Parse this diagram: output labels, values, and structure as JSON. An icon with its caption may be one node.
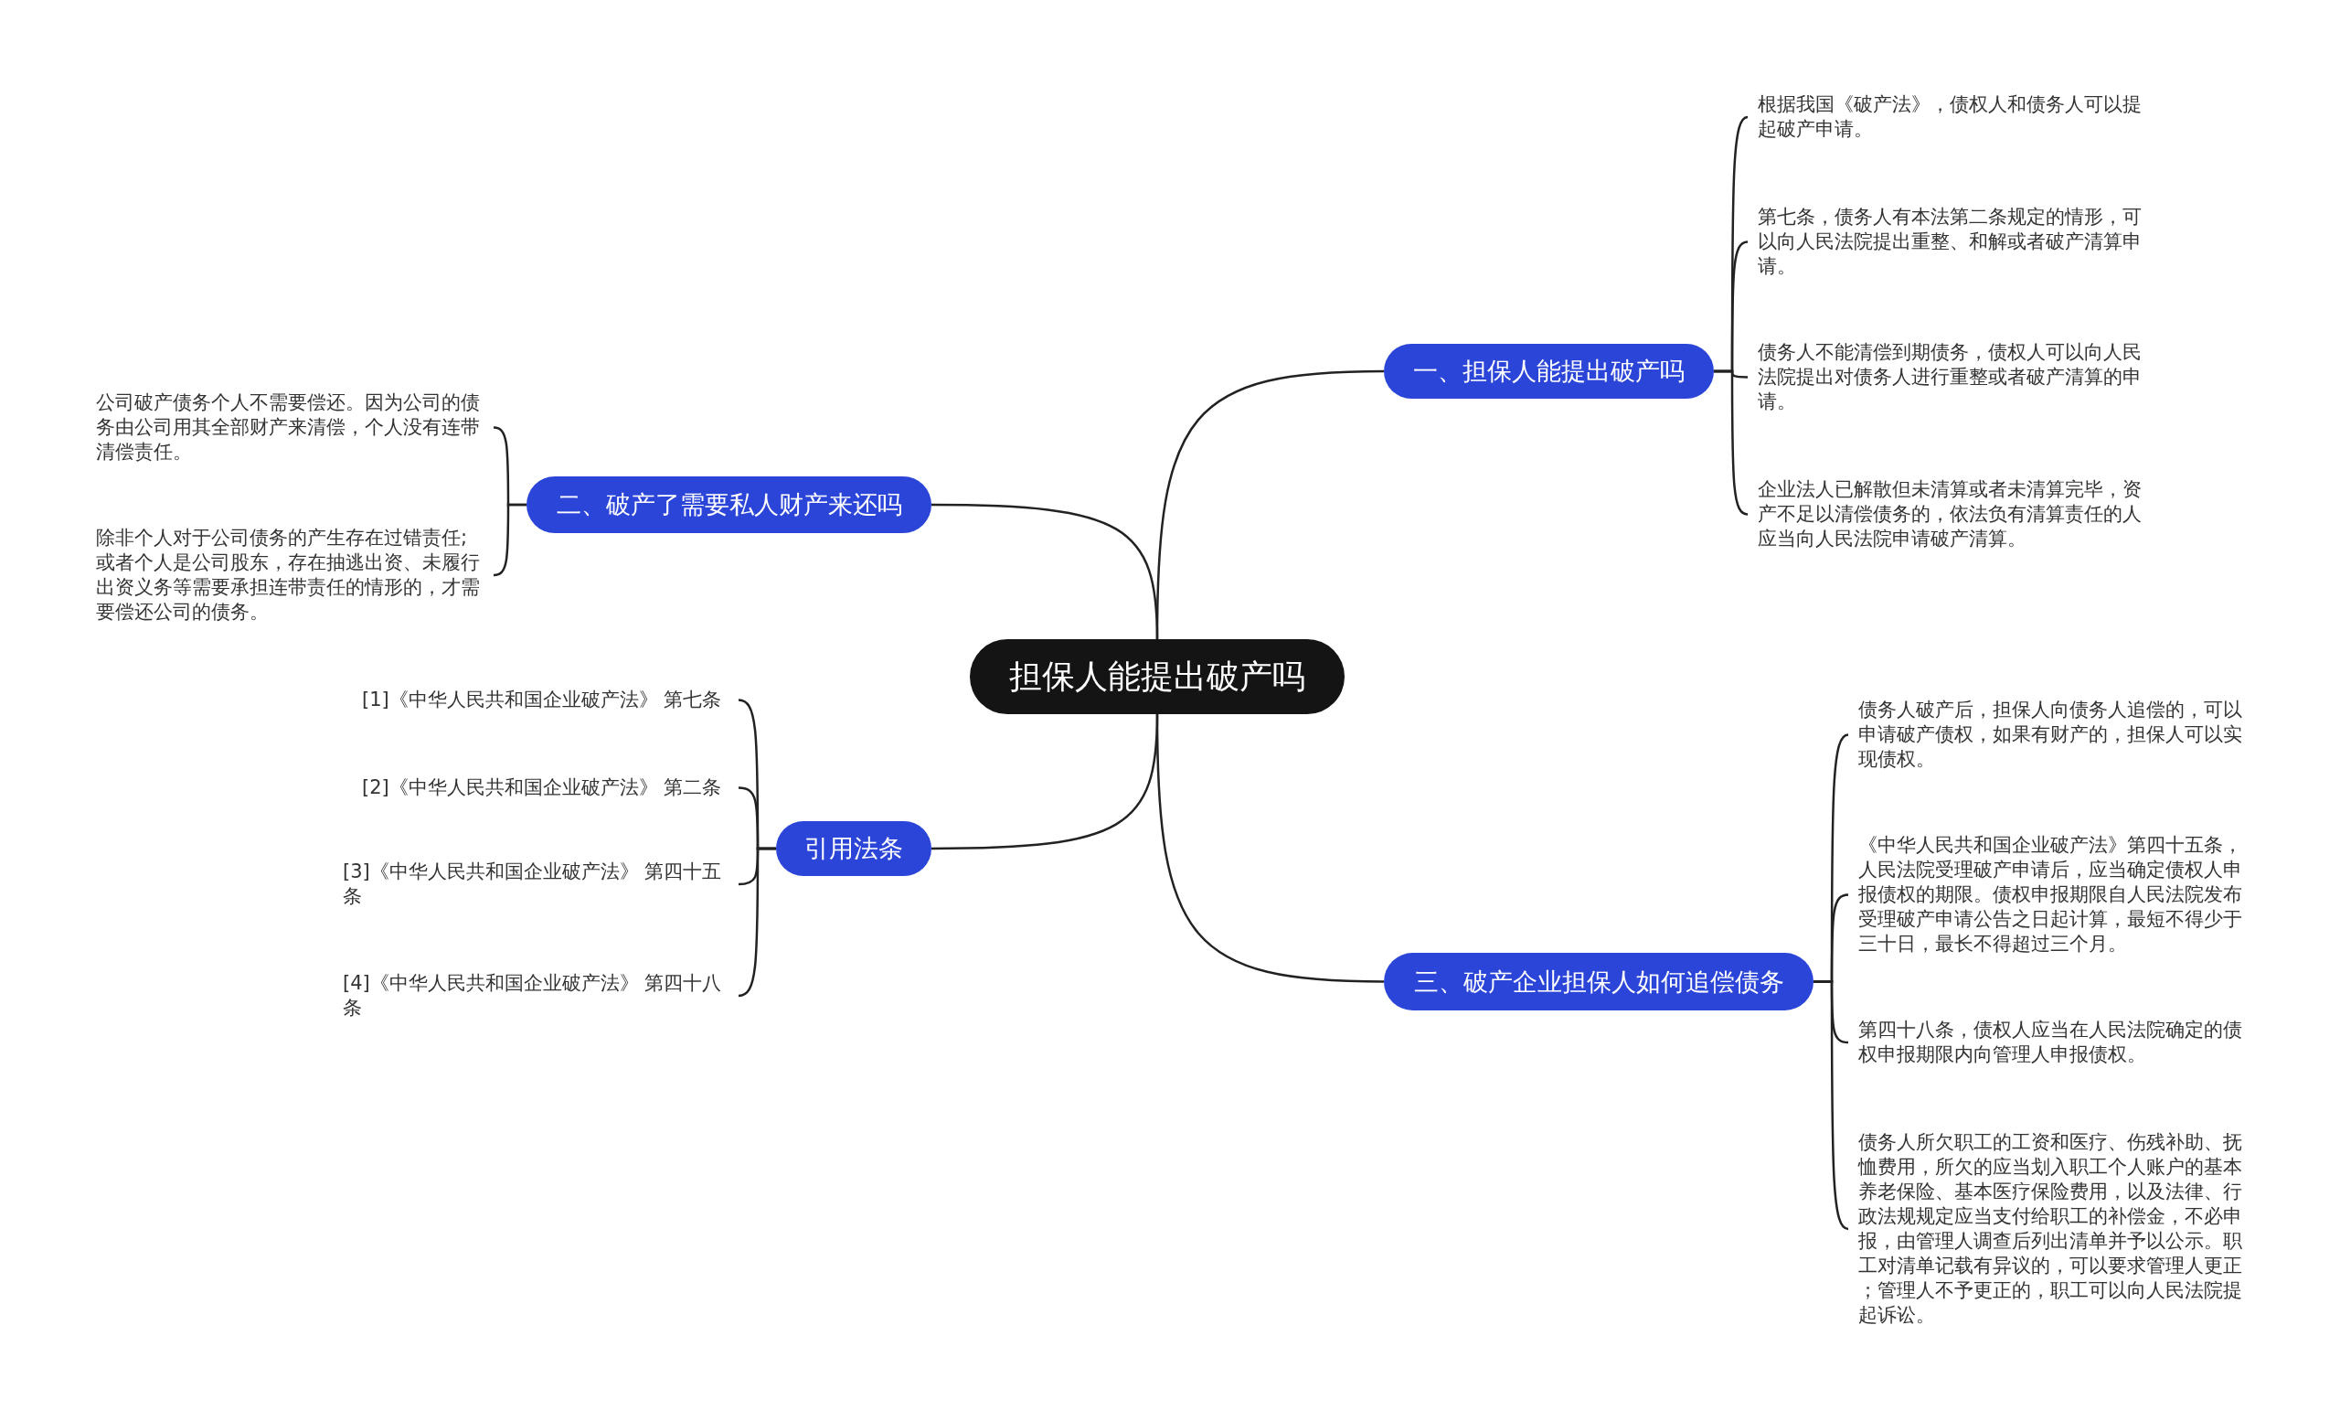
{
  "diagram": {
    "nodes": [
      {
        "text": [
          "担保人能提出破产吗"
        ]
      },
      {
        "text": [
          "一、担保人能提出破产吗"
        ]
      },
      {
        "text": [
          "根据我国《破产法》，债权人和债务人可以提起破产申请。"
        ]
      },
      {
        "text": [
          "第七条，债务人有本法第二条规定的情形，可以向人民法院提出重整、和解或者破产清算申请。"
        ]
      },
      {
        "text": [
          "债务人不能清偿到期债务，债权人可以向人民法院提出对债务人进行重整或者破产清算的申请。"
        ]
      },
      {
        "text": [
          "企业法人已解散但未清算或者未清算完毕，资产不足以清偿债务的，依法负有清算责任的人应当向人民法院申请破产清算。"
        ]
      },
      {
        "text": [
          "二、破产了需要私人财产来还吗"
        ]
      },
      {
        "text": [
          "公司破产债务个人不需要偿还。因为公司的债务由公司用其全部财产来清偿，个人没有连带清偿责任。"
        ]
      },
      {
        "text": [
          "除非个人对于公司债务的产生存在过错责任;或者个人是公司股东，存在抽逃出资、未履行出资义务等需要承担连带责任的情形的，才需要偿还公司的债务。"
        ]
      },
      {
        "text": [
          "三、破产企业担保人如何追偿债务"
        ]
      },
      {
        "text": [
          "债务人破产后，担保人向债务人追偿的，可以申请破产债权，如果有财产的，担保人可以实现债权。"
        ]
      },
      {
        "text": [
          "《中华人民共和国企业破产法》第四十五条，人民法院受理破产申请后，应当确定债权人申报债权的期限。债权申报期限自人民法院发布受理破产申请公告之日起计算，最短不得少于三十日，最长不得超过三个月。"
        ]
      },
      {
        "text": [
          "第四十八条，债权人应当在人民法院确定的债权申报期限内向管理人申报债权。"
        ]
      },
      {
        "text": [
          "债务人所欠职工的工资和医疗、伤残补助、抚恤费用，所欠的应当划入职工个人账户的基本养老保险、基本医疗保险费用，以及法律、行政法规规定应当支付给职工的补偿金，不必申报，由管理人调查后列出清单并予以公示。职工对清单记载有异议的，可以要求管理人更正；管理人不予更正的，职工可以向人民法院提起诉讼。"
        ]
      },
      {
        "text": [
          "引用法条"
        ]
      },
      {
        "text": [
          "[1]《中华人民共和国企业破产法》 第七条"
        ]
      },
      {
        "text": [
          "[2]《中华人民共和国企业破产法》 第二条"
        ]
      },
      {
        "text": [
          "[3]《中华人民共和国企业破产法》 第四十五条"
        ]
      },
      {
        "text": [
          "[4]《中华人民共和国企业破产法》 第四十八条"
        ]
      }
    ],
    "edges": [
      {
        "from": 0,
        "to": 1,
        "arrow": "none"
      },
      {
        "from": 1,
        "to": 2,
        "arrow": "none"
      },
      {
        "from": 1,
        "to": 3,
        "arrow": "none"
      },
      {
        "from": 1,
        "to": 4,
        "arrow": "none"
      },
      {
        "from": 1,
        "to": 5,
        "arrow": "none"
      },
      {
        "from": 0,
        "to": 6,
        "arrow": "none"
      },
      {
        "from": 6,
        "to": 7,
        "arrow": "none"
      },
      {
        "from": 6,
        "to": 8,
        "arrow": "none"
      },
      {
        "from": 0,
        "to": 9,
        "arrow": "none"
      },
      {
        "from": 9,
        "to": 10,
        "arrow": "none"
      },
      {
        "from": 9,
        "to": 11,
        "arrow": "none"
      },
      {
        "from": 9,
        "to": 12,
        "arrow": "none"
      },
      {
        "from": 9,
        "to": 13,
        "arrow": "none"
      },
      {
        "from": 0,
        "to": 14,
        "arrow": "none"
      },
      {
        "from": 14,
        "to": 15,
        "arrow": "none"
      },
      {
        "from": 14,
        "to": 16,
        "arrow": "none"
      },
      {
        "from": 14,
        "to": 17,
        "arrow": "none"
      },
      {
        "from": 14,
        "to": 18,
        "arrow": "none"
      }
    ]
  }
}
